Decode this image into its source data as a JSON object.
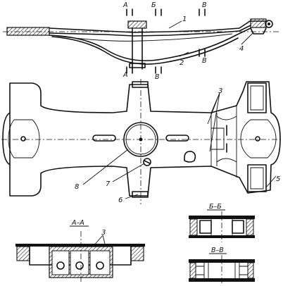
{
  "section_marks": {
    "a": "А",
    "b": "Б",
    "v": "В"
  },
  "callouts": [
    "1",
    "2",
    "3",
    "4",
    "5",
    "6",
    "7",
    "8"
  ],
  "section_titles": {
    "aa": "А–А",
    "bb": "Б–Б",
    "vv": "В–В"
  }
}
